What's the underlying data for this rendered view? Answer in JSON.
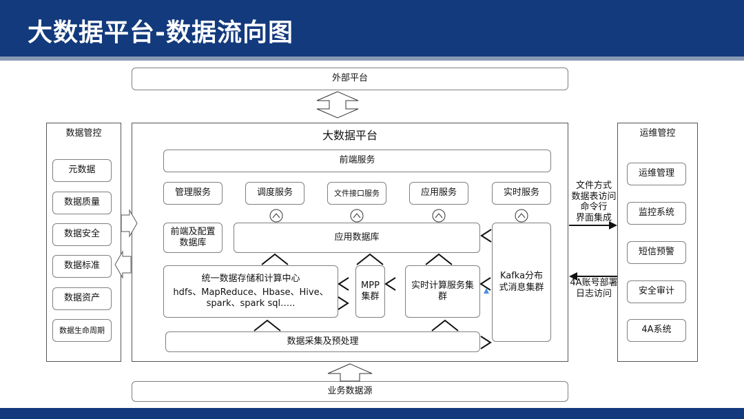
{
  "title": "大数据平台-数据流向图",
  "external_platform": "外部平台",
  "business_source": "业务数据源",
  "big_platform": {
    "title": "大数据平台",
    "frontend_service": "前端服务",
    "services": [
      "管理服务",
      "调度服务",
      "文件接口服务",
      "应用服务",
      "实时服务"
    ],
    "frontend_db": "前端及配置数据库",
    "app_db": "应用数据库",
    "storage_center": {
      "title": "统一数据存储和计算中心",
      "detail": "hdfs、MapReduce、Hbase、Hive、spark、spark sql….."
    },
    "mpp": "MPP集群",
    "realtime_cluster": "实时计算服务集群",
    "kafka": "Kafka分布式消息集群",
    "collection": "数据采集及预处理"
  },
  "data_governance": {
    "title": "数据管控",
    "items": [
      "元数据",
      "数据质量",
      "数据安全",
      "数据标准",
      "数据资产",
      "数据生命周期"
    ]
  },
  "ops_governance": {
    "title": "运维管控",
    "items": [
      "运维管理",
      "监控系统",
      "短信预警",
      "安全审计",
      "4A系统"
    ]
  },
  "arrow_labels": {
    "to_ops": "文件方式\n数据表访问\n命令行\n界面集成",
    "from_ops": "4A账号部署\n日志访问"
  }
}
